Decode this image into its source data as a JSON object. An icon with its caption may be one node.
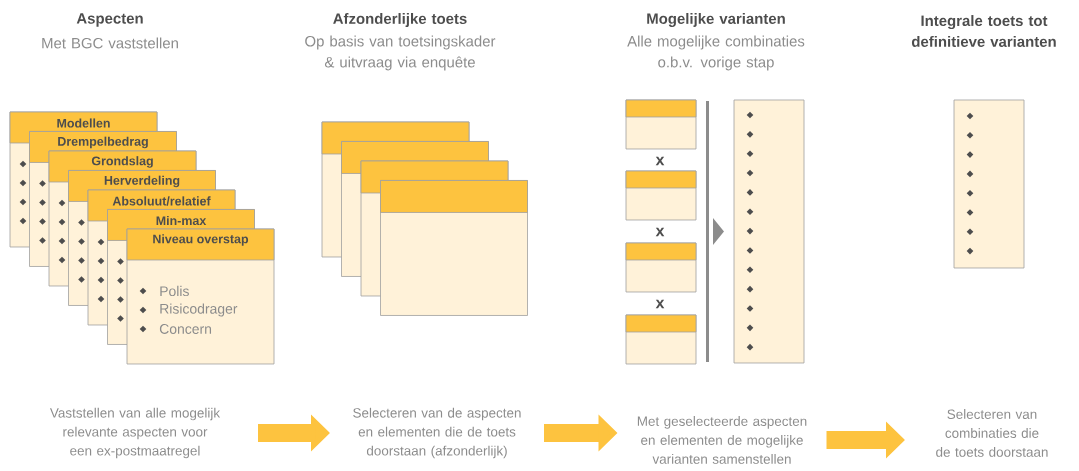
{
  "diagram": {
    "nodes": [
      {
        "text": [
          "Modellen"
        ]
      },
      {
        "text": [
          "Drempelbedrag"
        ]
      },
      {
        "text": [
          "Grondslag"
        ]
      },
      {
        "text": [
          "Herverdeling"
        ]
      },
      {
        "text": [
          "Absoluut/relatief"
        ]
      },
      {
        "text": [
          "Min-max"
        ]
      },
      {
        "text": [
          "Niveau overstap",
          "Polis",
          "Risicodrager",
          "Concern"
        ]
      },
      {
        "text": [],
        "shape": "box"
      },
      {
        "text": [],
        "shape": "box"
      },
      {
        "text": [],
        "shape": "box"
      },
      {
        "text": [],
        "shape": "box"
      },
      {
        "text": [],
        "shape": "box"
      },
      {
        "text": [],
        "shape": "box"
      },
      {
        "text": [],
        "shape": "box"
      },
      {
        "text": [],
        "shape": "box"
      },
      {
        "text": [],
        "shape": "box"
      },
      {
        "text": [],
        "shape": "box"
      },
      {
        "text": [
          "Vaststellen van alle mogelijk relevante aspecten voor een ex-postmaatregel"
        ]
      },
      {
        "text": [
          "Selecteren van de aspecten en elementen die de toets doorstaan (afzonderlijk)"
        ]
      },
      {
        "text": [
          "Met geselecteerde aspecten en elementen de mogelijke varianten samenstellen"
        ]
      },
      {
        "text": [
          "Selecteren van combinaties die de toets doorstaan"
        ]
      }
    ],
    "edges": [
      {
        "from": 17,
        "to": 18,
        "arrow": "to"
      },
      {
        "from": 18,
        "to": 19,
        "arrow": "to"
      },
      {
        "from": 19,
        "to": 20,
        "arrow": "to"
      }
    ],
    "labels": [
      "Aspecten",
      "Met BGC vaststellen",
      "Afzonderlijke toets",
      "Op basis van toetsingskader & uitvraag via enquête",
      "Mogelijke varianten",
      "Alle mogelijke combinaties o.b.v. vorige stap",
      "Integrale toets tot definitieve varianten",
      "x",
      "x",
      "x"
    ]
  }
}
